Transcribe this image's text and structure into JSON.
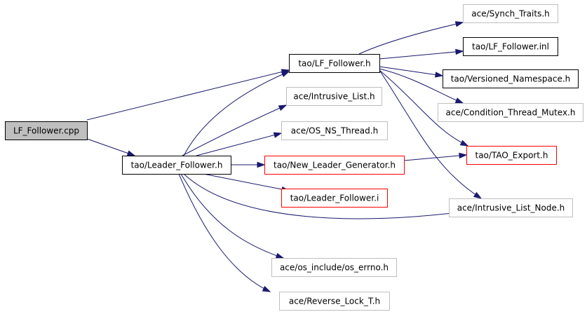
{
  "colors": {
    "edge": "#191970",
    "border_black": "#000000",
    "border_grey": "#bfbfbf",
    "border_red": "#ff0000",
    "root_fill": "#bfbfbf",
    "fill": "#ffffff"
  },
  "nodes": [
    {
      "id": "lf_follower_cpp",
      "label": "LF_Follower.cpp",
      "style": "root"
    },
    {
      "id": "tao_lf_follower_h",
      "label": "tao/LF_Follower.h",
      "style": "black"
    },
    {
      "id": "tao_leader_follower_h",
      "label": "tao/Leader_Follower.h",
      "style": "black"
    },
    {
      "id": "ace_synch_traits_h",
      "label": "ace/Synch_Traits.h",
      "style": "grey"
    },
    {
      "id": "tao_lf_follower_inl",
      "label": "tao/LF_Follower.inl",
      "style": "black"
    },
    {
      "id": "tao_versioned_namespace_h",
      "label": "tao/Versioned_Namespace.h",
      "style": "black"
    },
    {
      "id": "ace_condition_thread_mutex_h",
      "label": "ace/Condition_Thread_Mutex.h",
      "style": "grey"
    },
    {
      "id": "tao_tao_export_h",
      "label": "tao/TAO_Export.h",
      "style": "red"
    },
    {
      "id": "ace_intrusive_list_node_h",
      "label": "ace/Intrusive_List_Node.h",
      "style": "grey"
    },
    {
      "id": "ace_intrusive_list_h",
      "label": "ace/Intrusive_List.h",
      "style": "grey"
    },
    {
      "id": "ace_os_ns_thread_h",
      "label": "ace/OS_NS_Thread.h",
      "style": "grey"
    },
    {
      "id": "tao_new_leader_generator_h",
      "label": "tao/New_Leader_Generator.h",
      "style": "red"
    },
    {
      "id": "tao_leader_follower_i",
      "label": "tao/Leader_Follower.i",
      "style": "red"
    },
    {
      "id": "ace_os_include_os_errno_h",
      "label": "ace/os_include/os_errno.h",
      "style": "grey"
    },
    {
      "id": "ace_reverse_lock_t_h",
      "label": "ace/Reverse_Lock_T.h",
      "style": "grey"
    }
  ],
  "edges": [
    {
      "from": "lf_follower_cpp",
      "to": "tao_lf_follower_h"
    },
    {
      "from": "lf_follower_cpp",
      "to": "tao_leader_follower_h"
    },
    {
      "from": "tao_leader_follower_h",
      "to": "tao_lf_follower_h"
    },
    {
      "from": "tao_leader_follower_h",
      "to": "ace_intrusive_list_h"
    },
    {
      "from": "tao_leader_follower_h",
      "to": "ace_os_ns_thread_h"
    },
    {
      "from": "tao_leader_follower_h",
      "to": "tao_new_leader_generator_h"
    },
    {
      "from": "tao_leader_follower_h",
      "to": "tao_leader_follower_i"
    },
    {
      "from": "tao_leader_follower_h",
      "to": "ace_intrusive_list_node_h"
    },
    {
      "from": "tao_leader_follower_h",
      "to": "ace_os_include_os_errno_h"
    },
    {
      "from": "tao_leader_follower_h",
      "to": "ace_reverse_lock_t_h"
    },
    {
      "from": "tao_lf_follower_h",
      "to": "ace_synch_traits_h"
    },
    {
      "from": "tao_lf_follower_h",
      "to": "tao_lf_follower_inl"
    },
    {
      "from": "tao_lf_follower_h",
      "to": "tao_versioned_namespace_h"
    },
    {
      "from": "tao_lf_follower_h",
      "to": "ace_condition_thread_mutex_h"
    },
    {
      "from": "tao_lf_follower_h",
      "to": "tao_tao_export_h"
    },
    {
      "from": "tao_lf_follower_h",
      "to": "ace_intrusive_list_node_h"
    },
    {
      "from": "tao_new_leader_generator_h",
      "to": "tao_tao_export_h"
    }
  ]
}
